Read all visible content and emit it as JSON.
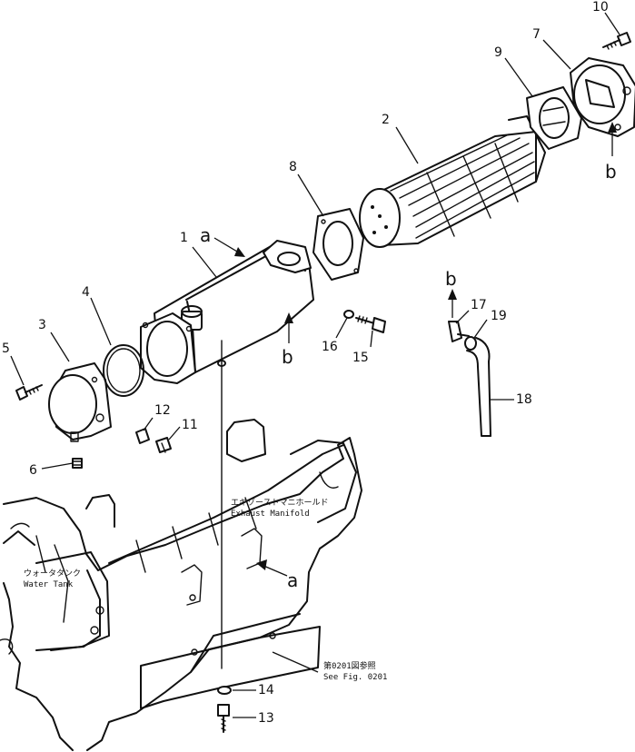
{
  "callouts": [
    "1",
    "2",
    "3",
    "4",
    "5",
    "6",
    "7",
    "8",
    "9",
    "10",
    "11",
    "12",
    "13",
    "14",
    "15",
    "16",
    "17",
    "18",
    "19"
  ],
  "letters": {
    "a_top": "a",
    "a_bottom": "a",
    "b_right": "b",
    "b_middle": "b",
    "b_pipe": "b"
  },
  "notes": {
    "exhaust_manifold_jp": "エキゾーストマニホールド",
    "exhaust_manifold_en": "Exhaust  Manifold",
    "water_tank_jp": "ウォータタンク",
    "water_tank_en": "Water  Tank",
    "see_fig_jp": "第0201図参照",
    "see_fig_en": "See  Fig. 0201"
  }
}
